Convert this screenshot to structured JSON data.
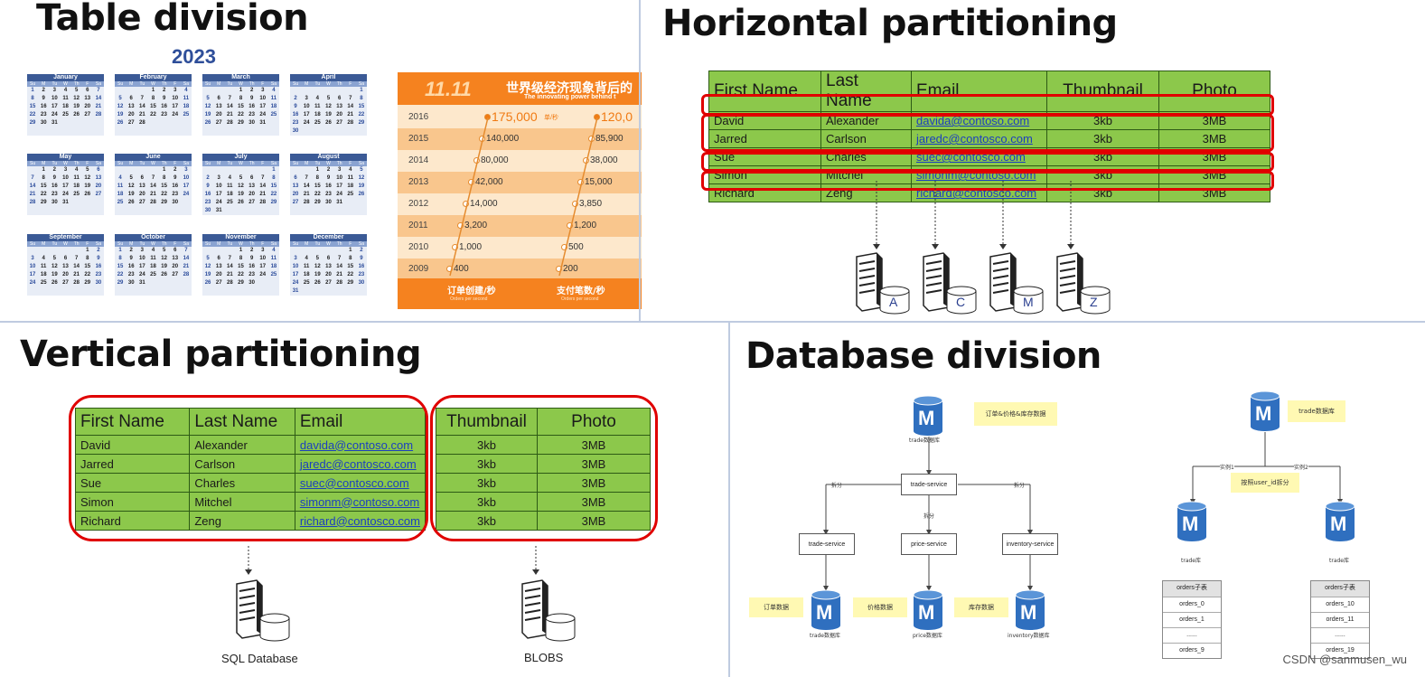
{
  "titles": {
    "table_division": "Table division",
    "horizontal": "Horizontal partitioning",
    "vertical": "Vertical partitioning",
    "database": "Database division"
  },
  "calendar": {
    "year": "2023",
    "weekdays": [
      "Su",
      "M",
      "Tu",
      "W",
      "Th",
      "F",
      "Sa"
    ],
    "months": [
      {
        "name": "January",
        "start": 0,
        "days": 31
      },
      {
        "name": "February",
        "start": 3,
        "days": 28
      },
      {
        "name": "March",
        "start": 3,
        "days": 31
      },
      {
        "name": "April",
        "start": 6,
        "days": 30
      },
      {
        "name": "May",
        "start": 1,
        "days": 31
      },
      {
        "name": "June",
        "start": 4,
        "days": 30
      },
      {
        "name": "July",
        "start": 6,
        "days": 31
      },
      {
        "name": "August",
        "start": 2,
        "days": 31
      },
      {
        "name": "September",
        "start": 5,
        "days": 30
      },
      {
        "name": "October",
        "start": 0,
        "days": 31
      },
      {
        "name": "November",
        "start": 3,
        "days": 30
      },
      {
        "name": "December",
        "start": 5,
        "days": 31
      }
    ]
  },
  "promo": {
    "logo": "11.11",
    "title": "世界级经济现象背后的",
    "subtitle": "The innovating power behind t",
    "rows": [
      {
        "year": "2016",
        "orders": "175,000",
        "orders_unit": "单/秒",
        "payments": "120,0"
      },
      {
        "year": "2015",
        "orders": "140,000",
        "payments": "85,900"
      },
      {
        "year": "2014",
        "orders": "80,000",
        "payments": "38,000"
      },
      {
        "year": "2013",
        "orders": "42,000",
        "payments": "15,000"
      },
      {
        "year": "2012",
        "orders": "14,000",
        "payments": "3,850"
      },
      {
        "year": "2011",
        "orders": "3,200",
        "payments": "1,200"
      },
      {
        "year": "2010",
        "orders": "1,000",
        "payments": "500"
      },
      {
        "year": "2009",
        "orders": "400",
        "payments": "200"
      }
    ],
    "footer_left": "订单创建/秒",
    "footer_left_sub": "Orders per second",
    "footer_right": "支付笔数/秒",
    "footer_right_sub": "Orders per second"
  },
  "table": {
    "headers": [
      "First Name",
      "Last Name",
      "Email",
      "Thumbnail",
      "Photo"
    ],
    "rows": [
      [
        "David",
        "Alexander",
        "davida@contoso.com",
        "3kb",
        "3MB"
      ],
      [
        "Jarred",
        "Carlson",
        "jaredc@contosco.com",
        "3kb",
        "3MB"
      ],
      [
        "Sue",
        "Charles",
        "suec@contosco.com",
        "3kb",
        "3MB"
      ],
      [
        "Simon",
        "Mitchel",
        "simonm@contoso.com",
        "3kb",
        "3MB"
      ],
      [
        "Richard",
        "Zeng",
        "richard@contosco.com",
        "3kb",
        "3MB"
      ]
    ]
  },
  "horizontal_shards": [
    "A",
    "C",
    "M",
    "Z"
  ],
  "vertical_targets": {
    "left": "SQL Database",
    "right": "BLOBS"
  },
  "db_division": {
    "left": {
      "top_db": "trade数据库",
      "top_note": "订单&价格&库存数据",
      "center_service": "trade-service",
      "split_left": "拆分",
      "split_mid": "拆分",
      "split_right": "拆分",
      "services": [
        "trade-service",
        "price-service",
        "inventory-service"
      ],
      "dbs": [
        "trade数据库",
        "price数据库",
        "inventory数据库"
      ],
      "notes": [
        "订单数据",
        "价格数据",
        "库存数据"
      ]
    },
    "right": {
      "top_db": "trade数据库",
      "instance1": "实例1",
      "instance2": "实例2",
      "split_note": "按照user_id拆分",
      "dbs": [
        "trade库",
        "trade库"
      ],
      "shard_header": "orders子表",
      "shard_left": [
        "orders_0",
        "orders_1",
        "......",
        "orders_9"
      ],
      "shard_right": [
        "orders_10",
        "orders_11",
        "......",
        "orders_19"
      ]
    },
    "db_letter": "M"
  },
  "watermark": "CSDN @sanmusen_wu"
}
